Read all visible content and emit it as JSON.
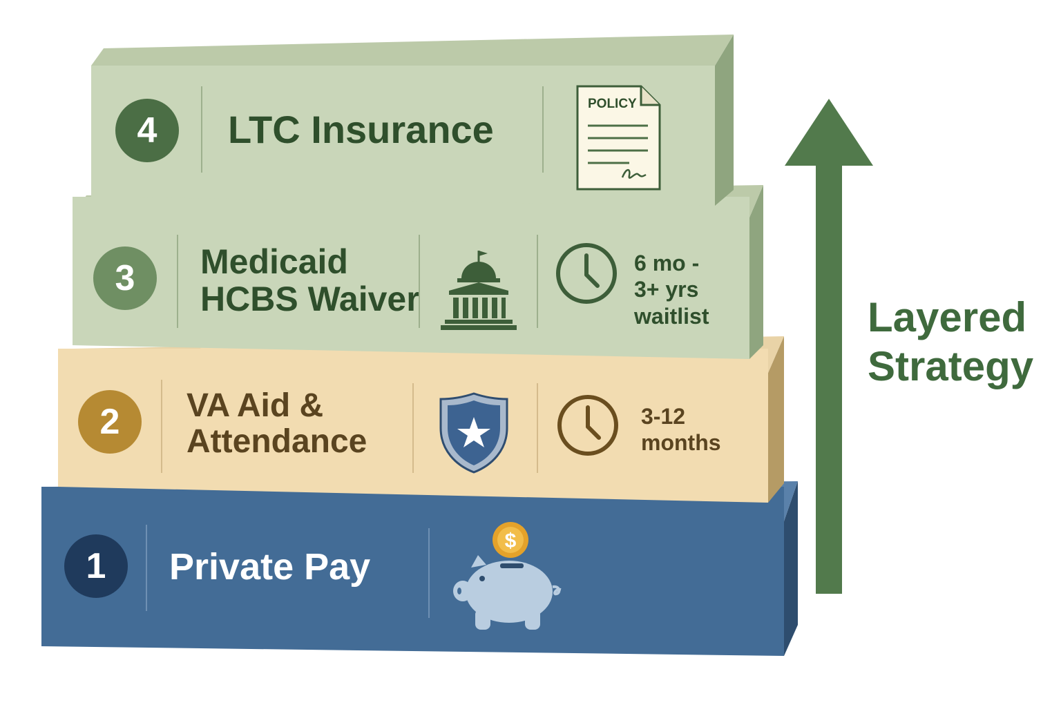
{
  "diagram": {
    "layers": [
      {
        "number": "4",
        "title_lines": [
          "LTC Insurance"
        ],
        "icon": "policy-document-icon",
        "icon_label": "POLICY",
        "note_lines": [],
        "color": "#c9d6b9"
      },
      {
        "number": "3",
        "title_lines": [
          "Medicaid",
          "HCBS Waiver"
        ],
        "icon": "capitol-building-icon",
        "note_icon": "clock-icon",
        "note_lines": [
          "6 mo -",
          "3+ yrs",
          "waitlist"
        ],
        "color": "#c9d6b9"
      },
      {
        "number": "2",
        "title_lines": [
          "VA Aid &",
          "Attendance"
        ],
        "icon": "star-shield-icon",
        "note_icon": "clock-icon",
        "note_lines": [
          "3-12",
          "months"
        ],
        "color": "#f2dcb1"
      },
      {
        "number": "1",
        "title_lines": [
          "Private Pay"
        ],
        "icon": "piggy-bank-icon",
        "coin_symbol": "$",
        "note_lines": [],
        "color": "#436c96"
      }
    ],
    "strategy_label_lines": [
      "Layered",
      "Strategy"
    ],
    "arrow_color": "#527a4c"
  }
}
